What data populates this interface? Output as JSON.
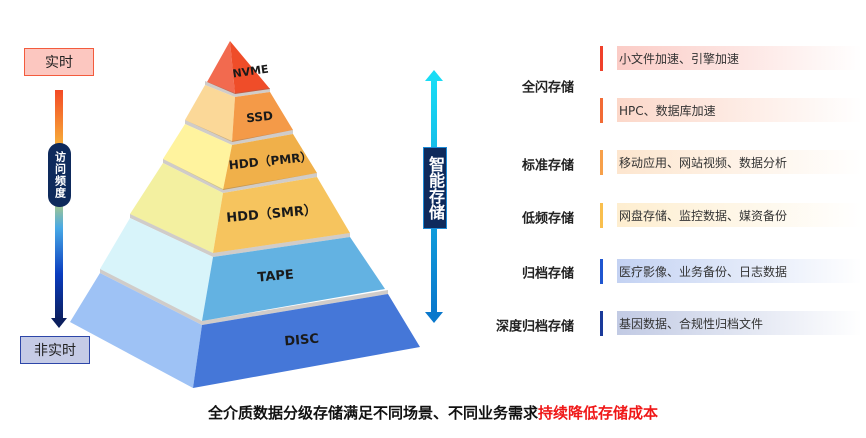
{
  "left_axis": {
    "top_label": "实时",
    "bottom_label": "非实时",
    "axis_label": "访问频度"
  },
  "right_axis": {
    "label": "智能存储"
  },
  "pyramid": {
    "layers": [
      {
        "label": "NVME",
        "left_color": "#f26a4f",
        "right_color": "#ef4d29"
      },
      {
        "label": "SSD",
        "left_color": "#fbd898",
        "right_color": "#f49a48"
      },
      {
        "label": "HDD（PMR）",
        "left_color": "#fff39e",
        "right_color": "#f0b04a"
      },
      {
        "label": "HDD（SMR）",
        "left_color": "#f3f0a0",
        "right_color": "#f6c45e"
      },
      {
        "label": "TAPE",
        "left_color": "#d8f4fa",
        "right_color": "#63b2e2"
      },
      {
        "label": "DISC",
        "left_color": "#9ec2f5",
        "right_color": "#4577d8"
      }
    ]
  },
  "categories": [
    {
      "name": "全闪存储"
    },
    {
      "name": "标准存储"
    },
    {
      "name": "低频存储"
    },
    {
      "name": "归档存储"
    },
    {
      "name": "深度归档存储"
    }
  ],
  "uses": [
    {
      "text": "小文件加速、引擎加速",
      "color": "#f0402a"
    },
    {
      "text": "HPC、数据库加速",
      "color": "#f26b35"
    },
    {
      "text": "移动应用、网站视频、数据分析",
      "color": "#f7a04a"
    },
    {
      "text": "网盘存储、监控数据、媒资备份",
      "color": "#f9bf4e"
    },
    {
      "text": "医疗影像、业务备份、日志数据",
      "color": "#1f56d0"
    },
    {
      "text": "基因数据、合规性归档文件",
      "color": "#1a3a9a"
    }
  ],
  "caption": {
    "main": "全介质数据分级存储满足不同场景、不同业务需求",
    "highlight": "持续降低存储成本"
  }
}
